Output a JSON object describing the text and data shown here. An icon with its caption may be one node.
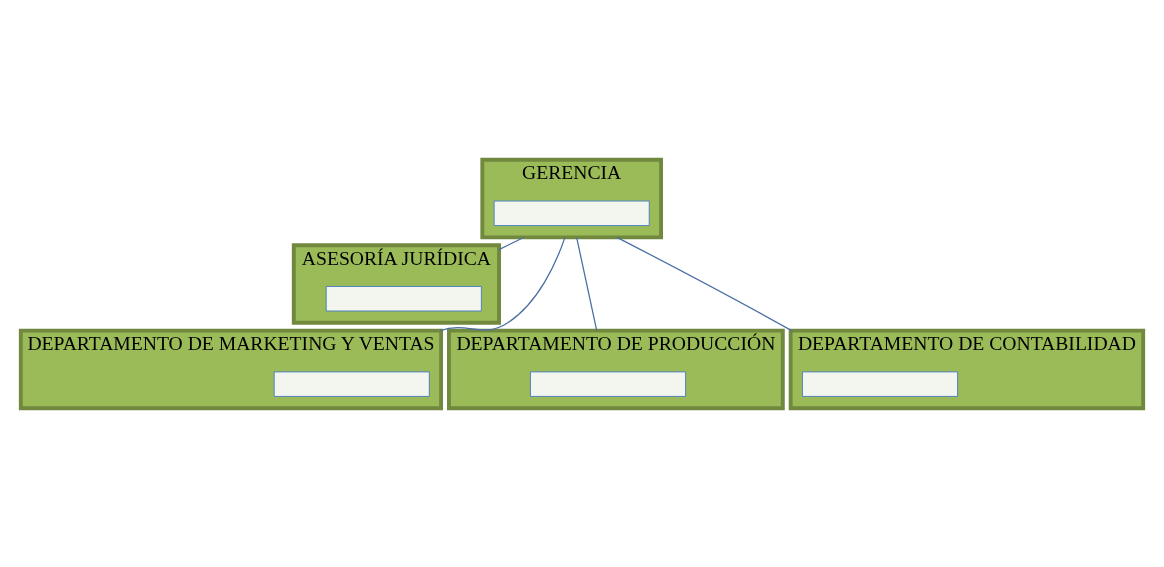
{
  "diagram": {
    "nodes": [
      {
        "text": [
          "GERENCIA"
        ]
      },
      {
        "text": [],
        "shape": "box",
        "in": 0
      },
      {
        "text": [
          "ASESORÍA JURÍDICA"
        ]
      },
      {
        "text": [],
        "shape": "box",
        "in": 2
      },
      {
        "text": [
          "DEPARTAMENTO DE MARKETING Y VENTAS"
        ]
      },
      {
        "text": [],
        "shape": "box",
        "in": 4
      },
      {
        "text": [
          "DEPARTAMENTO DE PRODUCCIÓN"
        ]
      },
      {
        "text": [],
        "shape": "box",
        "in": 6
      },
      {
        "text": [
          "DEPARTAMENTO DE CONTABILIDAD"
        ]
      },
      {
        "text": [],
        "shape": "box",
        "in": 8
      }
    ],
    "edges": [
      {
        "from": 0,
        "to": 2,
        "arrow": "none"
      },
      {
        "from": 0,
        "to": 4,
        "arrow": "none"
      },
      {
        "from": 0,
        "to": 6,
        "arrow": "none"
      },
      {
        "from": 0,
        "to": 8,
        "arrow": "none"
      }
    ]
  }
}
